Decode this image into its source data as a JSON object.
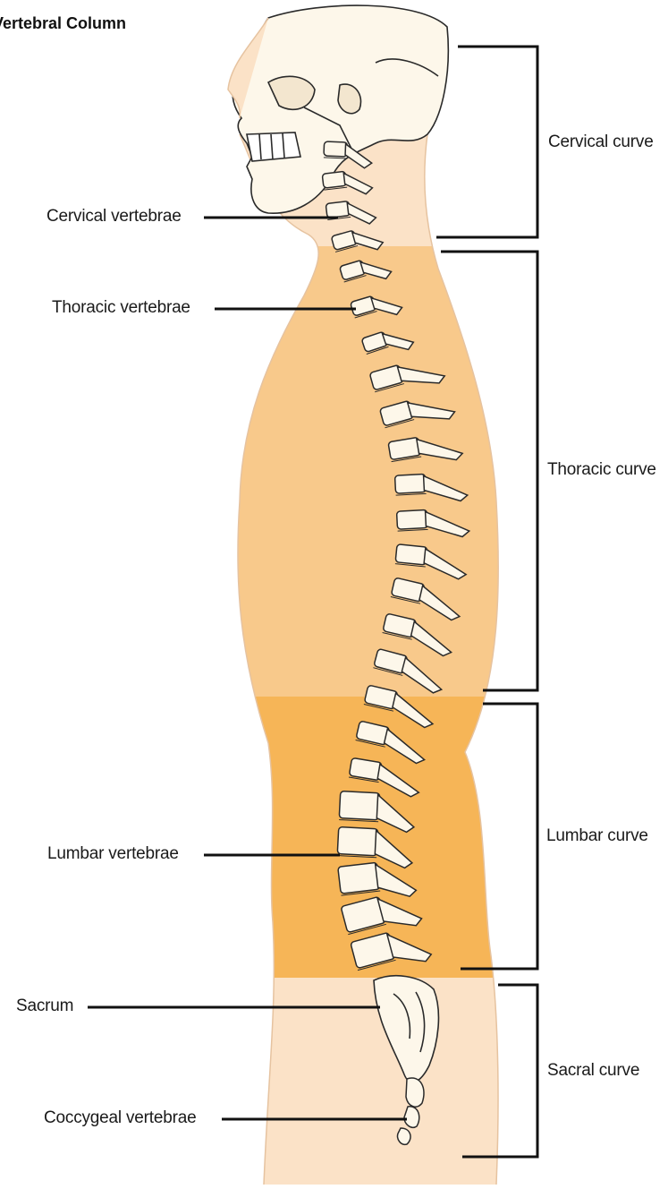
{
  "title": "Vertebral Column",
  "vertebra_labels": {
    "cervical": "Cervical vertebrae",
    "thoracic": "Thoracic vertebrae",
    "lumbar": "Lumbar vertebrae",
    "sacrum": "Sacrum",
    "coccygeal": "Coccygeal vertebrae"
  },
  "curve_labels": {
    "cervical": "Cervical curve",
    "thoracic": "Thoracic curve",
    "lumbar": "Lumbar curve",
    "sacral": "Sacral curve"
  },
  "colors": {
    "skin": "#fbe2c7",
    "thoracic_region": "#f8c98b",
    "lumbar_region": "#f6b557",
    "bone": "#fdf7ea",
    "bone_outline": "#2a2a2a",
    "line": "#111111"
  }
}
